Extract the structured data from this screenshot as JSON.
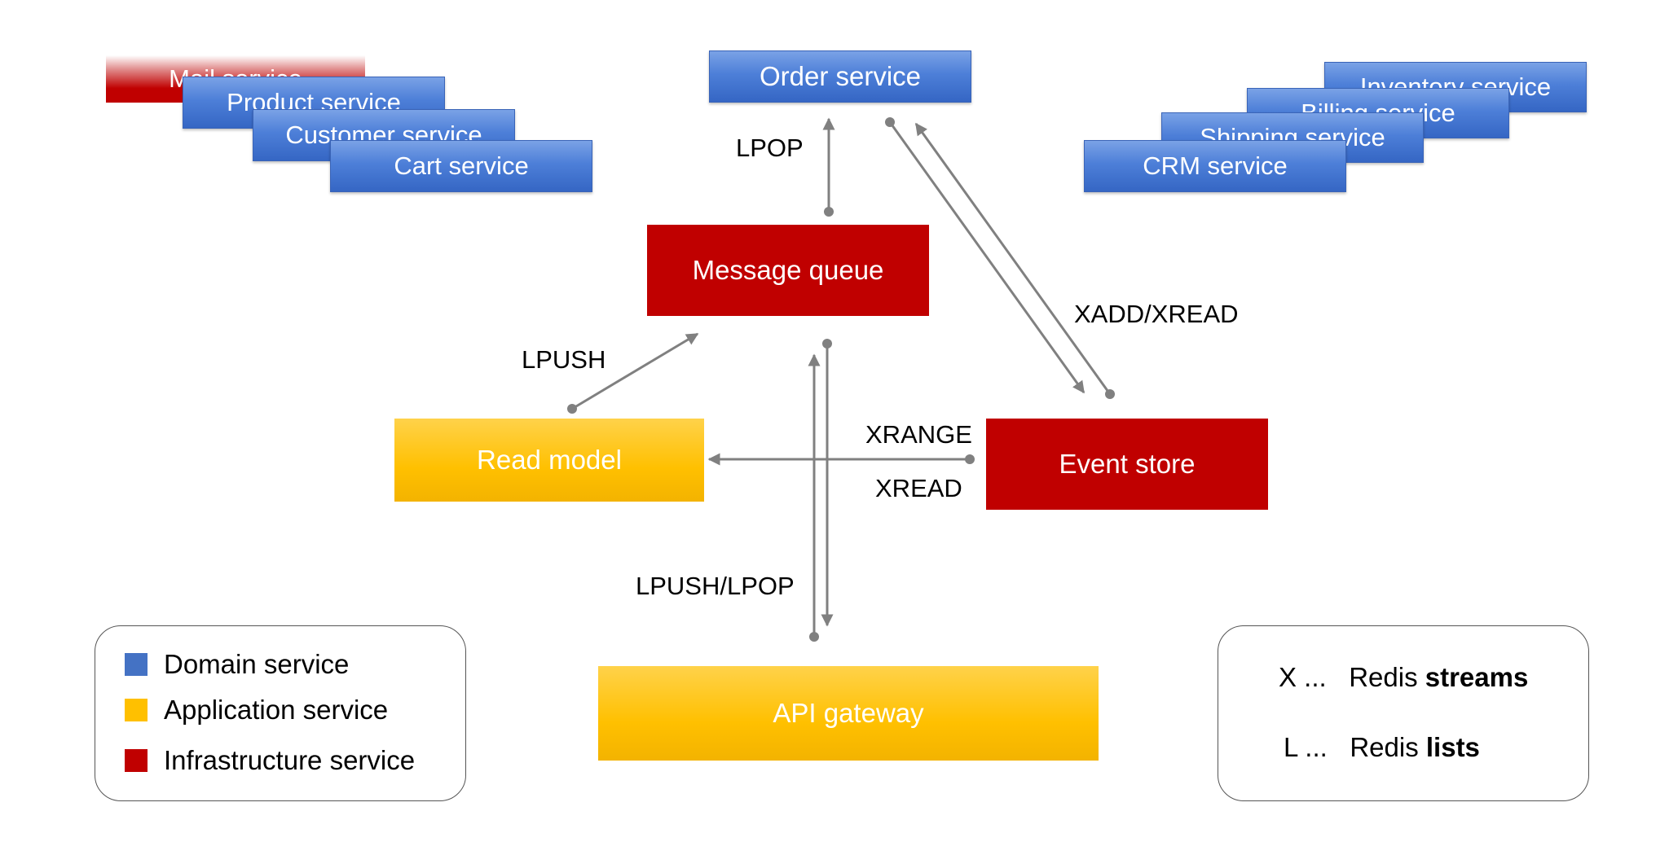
{
  "left_services": [
    "Mail service",
    "Product service",
    "Customer service",
    "Cart service"
  ],
  "right_services": [
    "Inventory service",
    "Billing service",
    "Shipping service",
    "CRM service"
  ],
  "nodes": {
    "order_service": "Order service",
    "message_queue": "Message queue",
    "read_model": "Read model",
    "event_store": "Event store",
    "api_gateway": "API gateway"
  },
  "edge_labels": {
    "lpop": "LPOP",
    "xadd_xread": "XADD/XREAD",
    "lpush": "LPUSH",
    "xrange": "XRANGE",
    "xread": "XREAD",
    "lpush_lpop": "LPUSH/LPOP"
  },
  "legend": {
    "items": [
      {
        "label": "Domain service",
        "color": "#4472c4"
      },
      {
        "label": "Application service",
        "color": "#ffc000"
      },
      {
        "label": "Infrastructure service",
        "color": "#c00000"
      }
    ]
  },
  "key": {
    "streams": {
      "prefix": "X ...",
      "text": "Redis ",
      "bold": "streams"
    },
    "lists": {
      "prefix": "L ...",
      "text": "Redis ",
      "bold": "lists"
    }
  },
  "colors": {
    "domain": "#4472c4",
    "application": "#ffc000",
    "infrastructure": "#c00000",
    "arrow": "#808080"
  }
}
